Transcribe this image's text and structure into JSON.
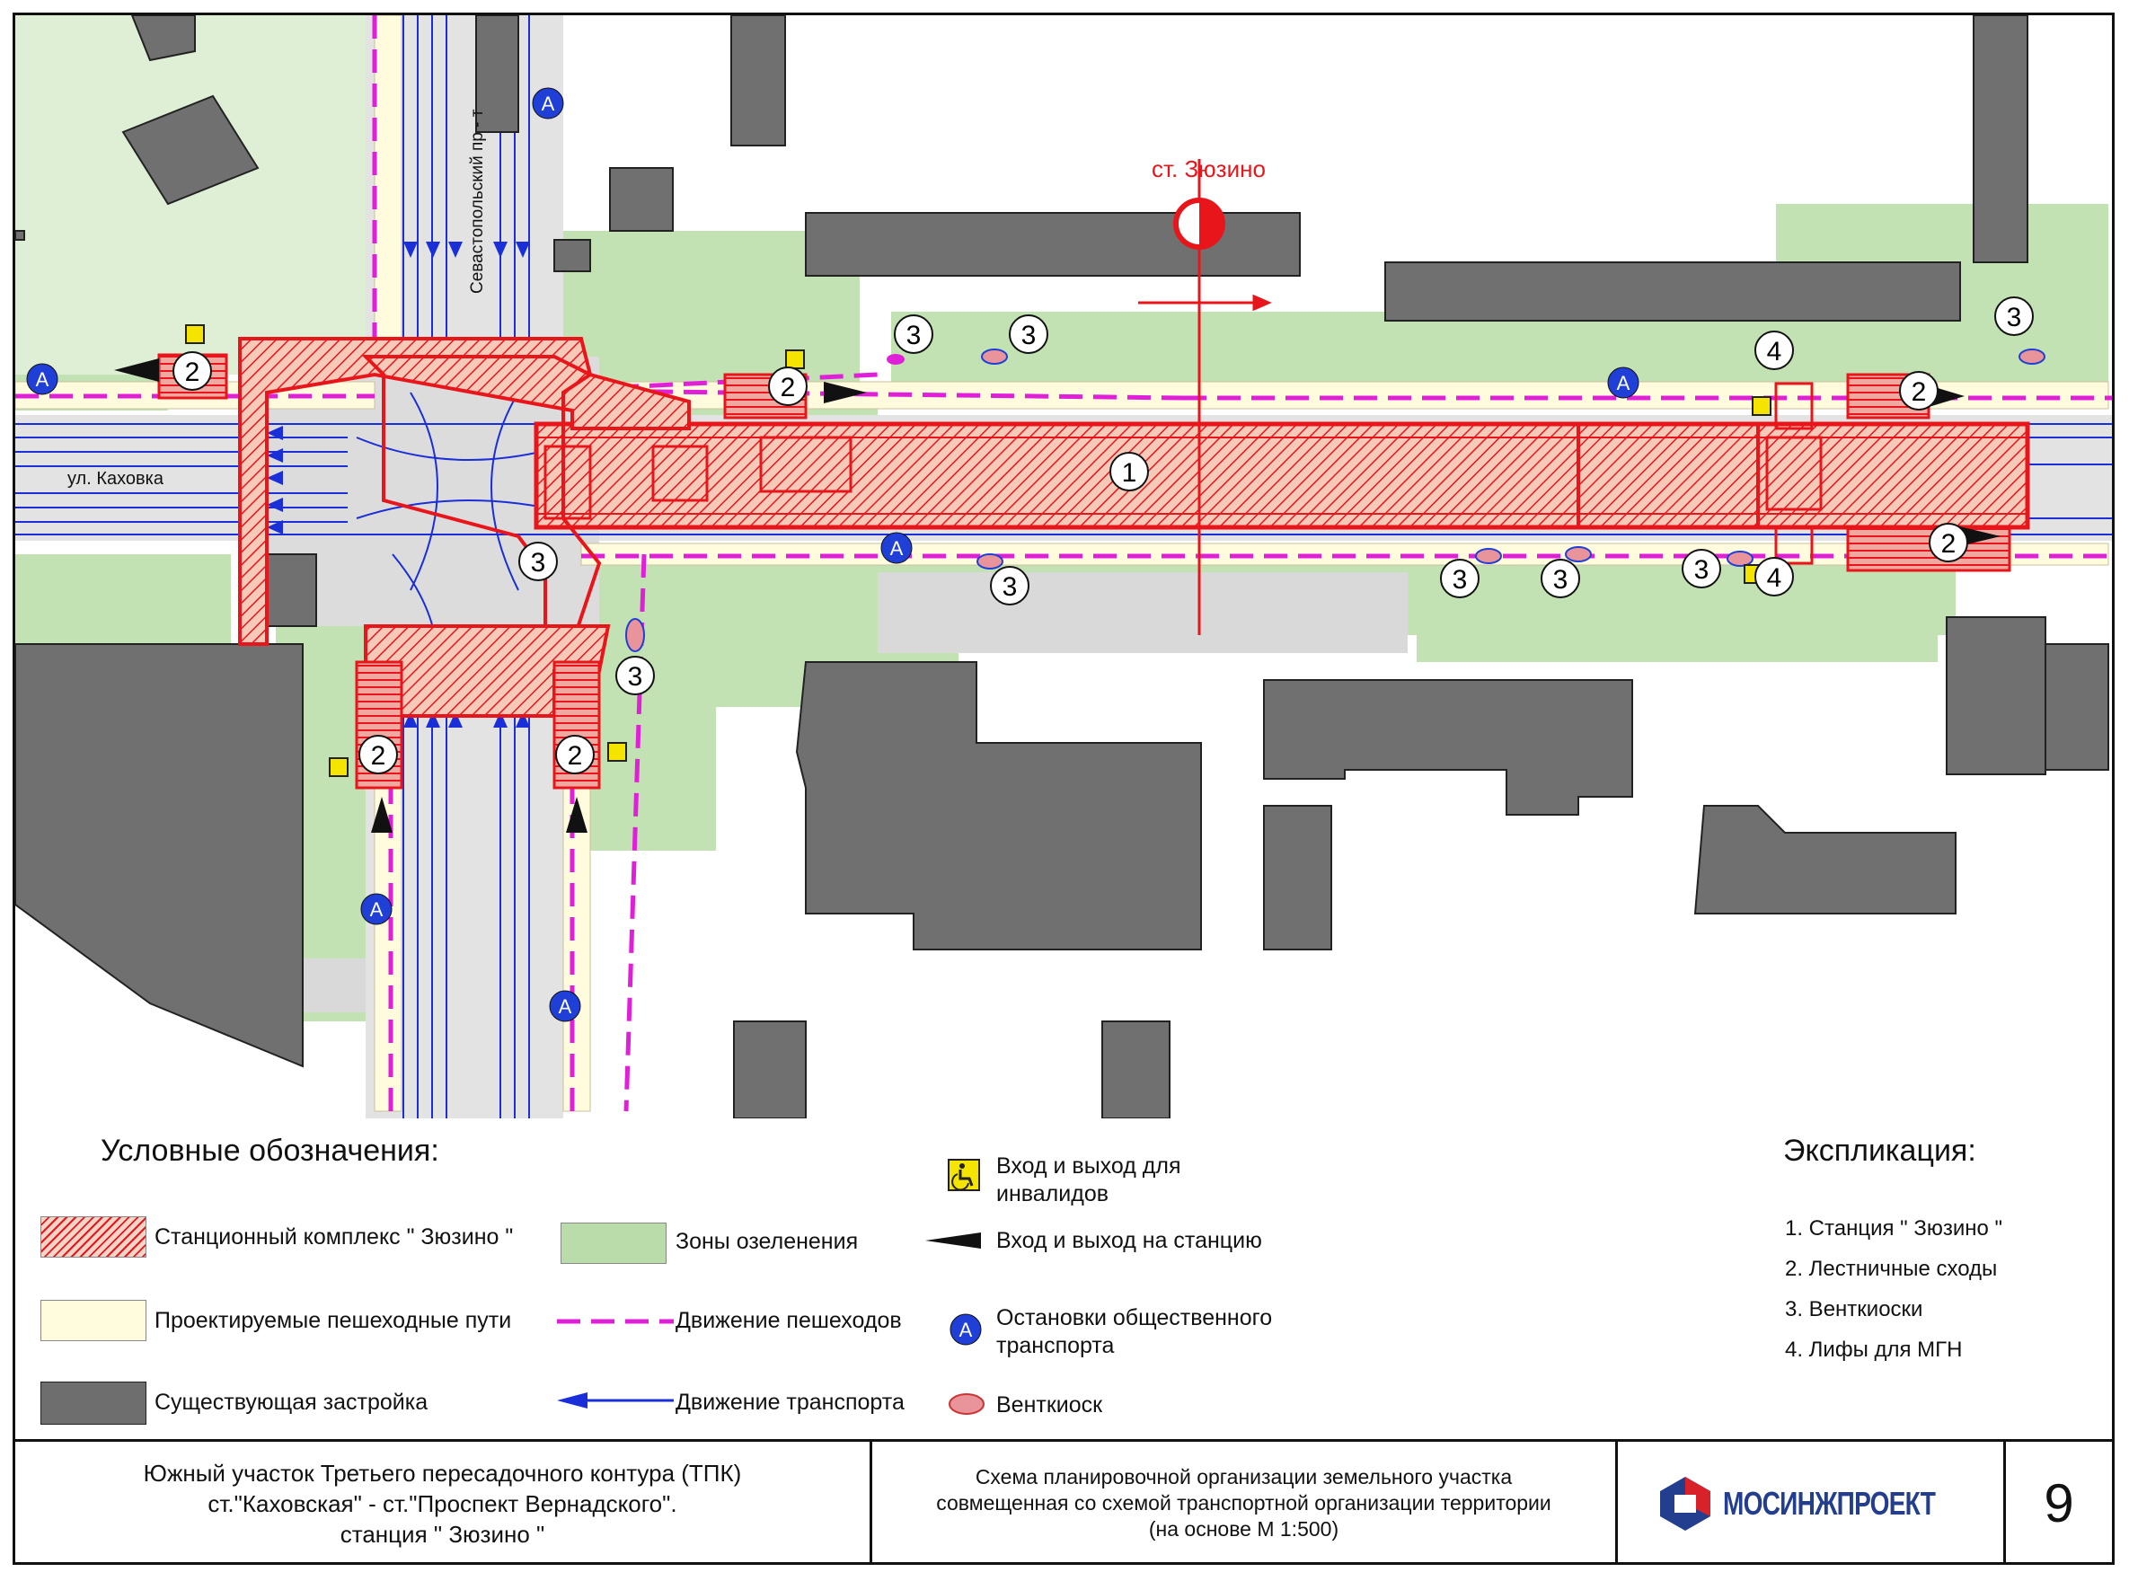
{
  "map": {
    "station_label": "ст. Зюзино",
    "street_kakhovka": "ул. Каховка",
    "street_sevastopolsky": "Севастопольский пр - т",
    "transit_stop_letter": "A",
    "markers": [
      {
        "n": "1"
      },
      {
        "n": "2"
      },
      {
        "n": "3"
      },
      {
        "n": "4"
      }
    ]
  },
  "legend": {
    "title": "Условные обозначения:",
    "items": {
      "station_complex": "Станционный комплекс  \" Зюзино \"",
      "green_zones": "Зоны озеленения",
      "pedestrian_paths": "Проектируемые пешеходные пути",
      "pedestrian_movement": "Движение пешеходов",
      "existing_buildings": "Существующая застройка",
      "transport_movement": "Движение транспорта",
      "disabled_entry": "Вход и выход для инвалидов",
      "station_entry": "Вход и выход на станцию",
      "transit_stops": "Остановки общественного транспорта",
      "vent_kiosk": "Венткиоск"
    }
  },
  "explication": {
    "title": "Экспликация:",
    "items": [
      "1. Станция  \" Зюзино \"",
      "2. Лестничные сходы",
      "3. Венткиоски",
      "4. Лифы для МГН"
    ]
  },
  "title_block": {
    "project_lines": [
      "Южный участок Третьего пересадочного контура  (ТПК)",
      "ст.\"Каховская\" - ст.\"Проспект Вернадского\".",
      "станция  \" Зюзино \""
    ],
    "scheme_lines": [
      "Схема планировочной организации земельного участка",
      "совмещенная со схемой транспортной организации территории",
      "(на основе М 1:500)"
    ],
    "logo_text": "МОСИНЖПРОЕКТ",
    "sheet_number": "9"
  },
  "colors": {
    "station": "#e8161b",
    "green": "#b9dcaa",
    "pedestrian_path": "#fffbdc",
    "pedestrian_line": "#e020d8",
    "building": "#6e6e6e",
    "transport": "#1a2fd8",
    "stop": "#1f3fd6",
    "vent": "#e9949a",
    "disabled": "#f4e400",
    "logo_blue": "#233e8e",
    "logo_red": "#d8222a"
  }
}
